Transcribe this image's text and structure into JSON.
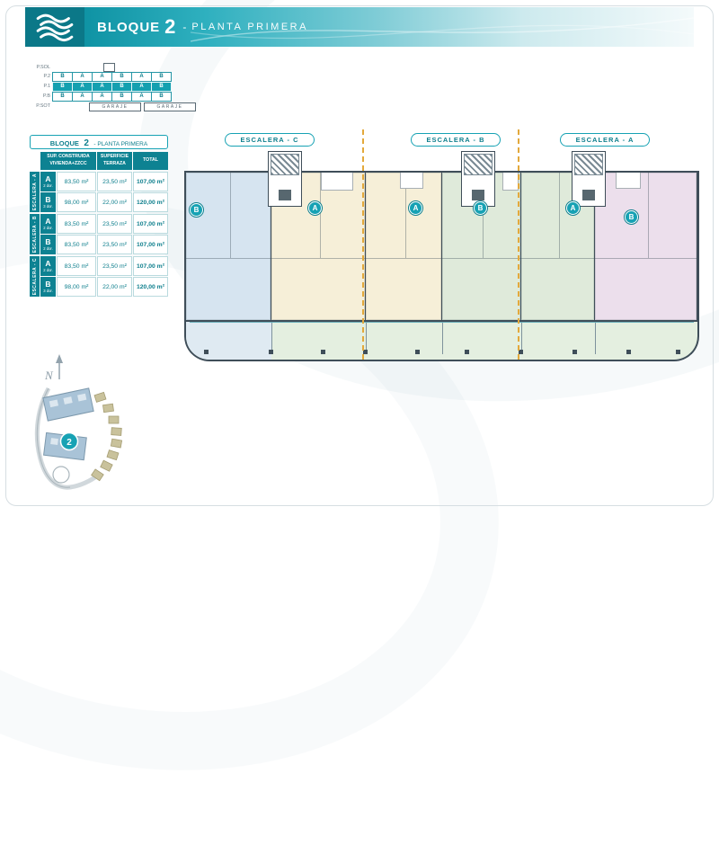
{
  "colors": {
    "accent_teal_dark": "#0c7f8f",
    "accent_teal": "#17a2b4",
    "table_header_bg": "#0d8292",
    "wall": "#3f4e59",
    "dashed_divider": "#e3a93c",
    "unit_blue": "#d6e4f0",
    "unit_cream": "#f6efd8",
    "unit_green": "#dfeada",
    "unit_pink": "#ecdfec",
    "terrace_green": "#e4efe0"
  },
  "header": {
    "title_main": "BLOQUE",
    "title_number": "2",
    "title_sep": "-",
    "title_sub": "PLANTA PRIMERA"
  },
  "schematic": {
    "floor_psol": "P.SOL",
    "floor_p2": "P.2",
    "floor_p1": "P.1",
    "floor_pb": "P.B",
    "floor_psot": "P.SOT",
    "p2_cells": [
      "B",
      "A",
      "A",
      "B",
      "A",
      "B"
    ],
    "p1_cells": [
      "B",
      "A",
      "A",
      "B",
      "A",
      "B"
    ],
    "pb_cells": [
      "B",
      "A",
      "A",
      "B",
      "A",
      "B"
    ],
    "garaje_left": "GARAJE",
    "garaje_right": "GARAJE"
  },
  "surface_table": {
    "title_pre": "BLOQUE",
    "title_num": "2",
    "title_post": "- PLANTA PRIMERA",
    "col1_line1": "SUP. CONSTRUIDA",
    "col1_line2": "VIVIENDA+ZZCC",
    "col2_line1": "SUPERFICIE",
    "col2_line2": "TERRAZA",
    "col3": "TOTAL",
    "groups": [
      {
        "escalera": "ESCALERA - A",
        "rows": [
          {
            "type": "A",
            "dorm": "2 dor.",
            "construida": "83,50 m²",
            "terraza": "23,50 m²",
            "total": "107,00 m²"
          },
          {
            "type": "B",
            "dorm": "3 dor.",
            "construida": "98,00 m²",
            "terraza": "22,00 m²",
            "total": "120,00 m²"
          }
        ]
      },
      {
        "escalera": "ESCALERA - B",
        "rows": [
          {
            "type": "A",
            "dorm": "2 dor.",
            "construida": "83,50 m²",
            "terraza": "23,50 m²",
            "total": "107,00 m²"
          },
          {
            "type": "B",
            "dorm": "2 dor.",
            "construida": "83,50 m²",
            "terraza": "23,50 m²",
            "total": "107,00 m²"
          }
        ]
      },
      {
        "escalera": "ESCALERA - C",
        "rows": [
          {
            "type": "A",
            "dorm": "2 dor.",
            "construida": "83,50 m²",
            "terraza": "23,50 m²",
            "total": "107,00 m²"
          },
          {
            "type": "B",
            "dorm": "3 dor.",
            "construida": "98,00 m²",
            "terraza": "22,00 m²",
            "total": "120,00 m²"
          }
        ]
      }
    ]
  },
  "plan": {
    "escalera_c": "ESCALERA - C",
    "escalera_b": "ESCALERA - B",
    "escalera_a": "ESCALERA - A",
    "badges": [
      "B",
      "A",
      "A",
      "B",
      "A",
      "B"
    ]
  },
  "site_map": {
    "north": "N",
    "block_badge": "2"
  }
}
